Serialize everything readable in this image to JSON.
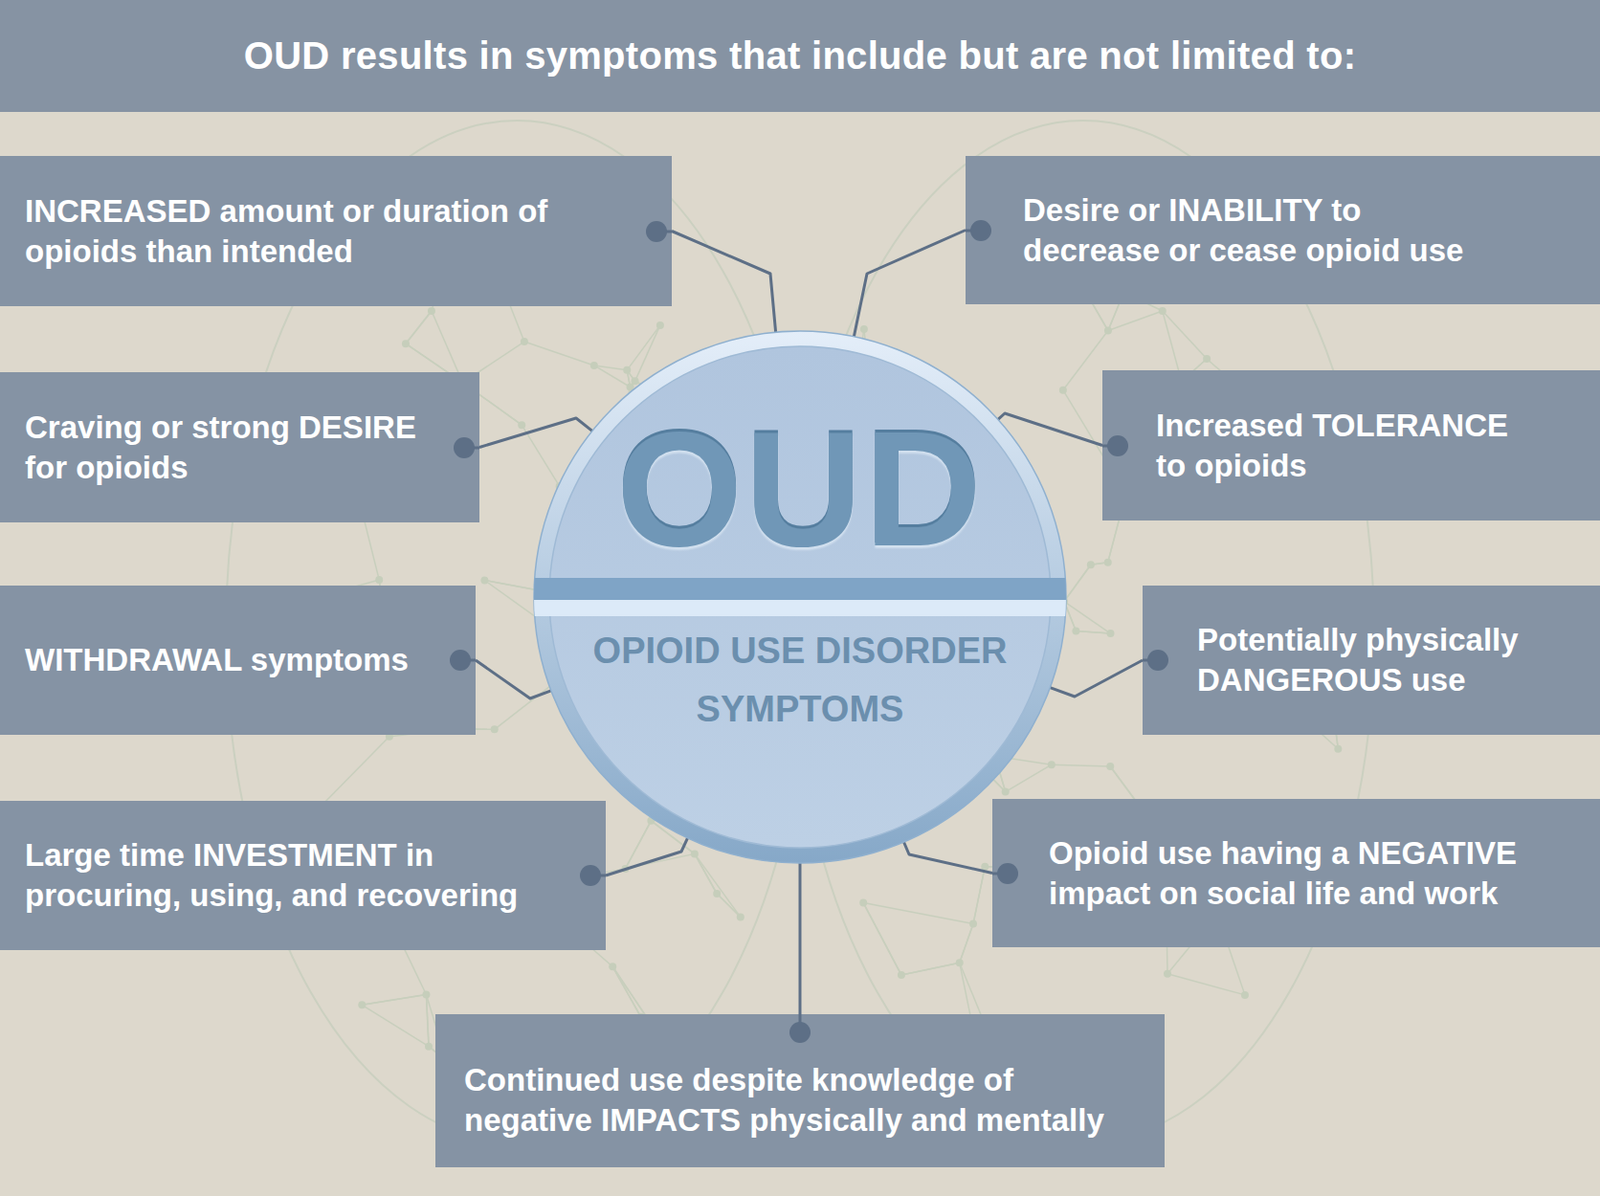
{
  "diagram": {
    "title": "OUD results in symptoms that include but are not limited to:",
    "nodes": [
      {
        "text": [
          "OUD",
          "OPIOID USE DISORDER SYMPTOMS"
        ]
      },
      {
        "text": [
          "INCREASED amount or duration of opioids than intended"
        ]
      },
      {
        "text": [
          "Desire or INABILITY to decrease or cease opioid use"
        ]
      },
      {
        "text": [
          "Craving or strong DESIRE for opioids"
        ]
      },
      {
        "text": [
          "Increased TOLERANCE to opioids"
        ]
      },
      {
        "text": [
          "WITHDRAWAL symptoms"
        ]
      },
      {
        "text": [
          "Potentially physically DANGEROUS use"
        ]
      },
      {
        "text": [
          "Large time INVESTMENT in procuring, using, and recovering"
        ]
      },
      {
        "text": [
          "Opioid use having a NEGATIVE impact on social life and work"
        ]
      },
      {
        "text": [
          "Continued use despite knowledge of negative IMPACTS physically and mentally"
        ]
      }
    ],
    "edges": [
      {
        "from": 0,
        "to": 1,
        "arrow": "none"
      },
      {
        "from": 0,
        "to": 2,
        "arrow": "none"
      },
      {
        "from": 0,
        "to": 3,
        "arrow": "none"
      },
      {
        "from": 0,
        "to": 4,
        "arrow": "none"
      },
      {
        "from": 0,
        "to": 5,
        "arrow": "none"
      },
      {
        "from": 0,
        "to": 6,
        "arrow": "none"
      },
      {
        "from": 0,
        "to": 7,
        "arrow": "none"
      },
      {
        "from": 0,
        "to": 8,
        "arrow": "none"
      },
      {
        "from": 0,
        "to": 9,
        "arrow": "none"
      }
    ]
  }
}
